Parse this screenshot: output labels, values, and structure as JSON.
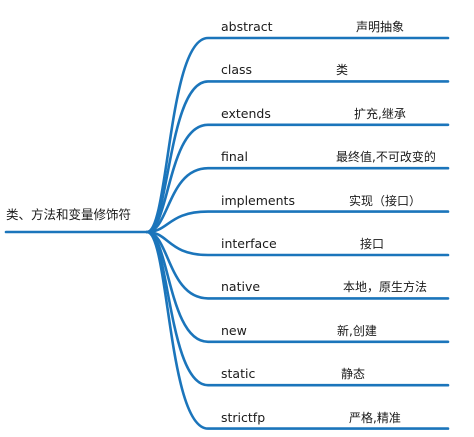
{
  "root": {
    "label": "类、方法和变量修饰符"
  },
  "colors": {
    "branch": "#1b75bb",
    "text": "#1a1a1a",
    "background": "#ffffff"
  },
  "nodes": [
    {
      "keyword": "abstract",
      "description": "声明抽象"
    },
    {
      "keyword": "class",
      "description": "类"
    },
    {
      "keyword": "extends",
      "description": "扩充,继承"
    },
    {
      "keyword": "final",
      "description": "最终值,不可改变的"
    },
    {
      "keyword": "implements",
      "description": "实现（接口）"
    },
    {
      "keyword": "interface",
      "description": "接口"
    },
    {
      "keyword": "native",
      "description": "本地，原生方法"
    },
    {
      "keyword": "new",
      "description": "新,创建"
    },
    {
      "keyword": "static",
      "description": "静态"
    },
    {
      "keyword": "strictfp",
      "description": "严格,精准"
    }
  ]
}
